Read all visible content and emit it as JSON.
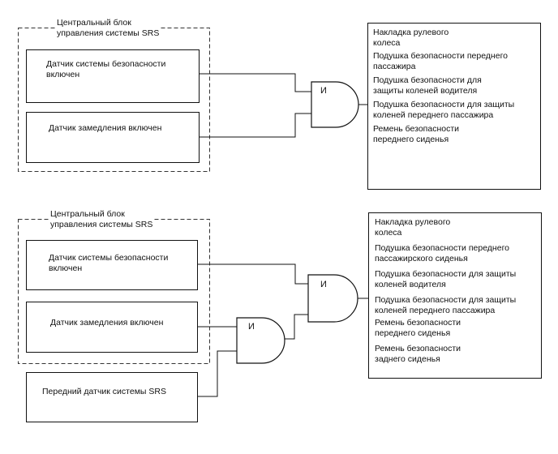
{
  "diagram1": {
    "unit_title": "Центральный блок\nуправления системы SRS",
    "sensor_airbag": "Датчик системы безопасности\nвключен",
    "sensor_decel": "Датчик замедления включен",
    "gate_label": "И",
    "outputs": [
      "Накладка рулевого\nколеса",
      "Подушка безопасности переднего\nпассажира",
      "Подушка безопасности для\nзащиты коленей водителя",
      "Подушка безопасности для защиты\nколеней переднего пассажира",
      "Ремень безопасности\nпереднего сиденья"
    ]
  },
  "diagram2": {
    "unit_title": "Центральный блок\nуправления системы SRS",
    "sensor_airbag": "Датчик системы безопасности\nвключен",
    "sensor_decel": "Датчик замедления включен",
    "sensor_front": "Передний датчик системы SRS",
    "gate_main_label": "И",
    "gate_inner_label": "И",
    "outputs": [
      "Накладка рулевого\nколеса",
      "Подушка безопасности переднего\nпассажирского сиденья",
      "Подушка безопасности для защиты\nколеней водителя",
      "Подушка безопасности для защиты\nколеней переднего пассажира",
      "Ремень безопасности\nпереднего сиденья",
      "Ремень безопасности\nзаднего сиденья"
    ]
  }
}
